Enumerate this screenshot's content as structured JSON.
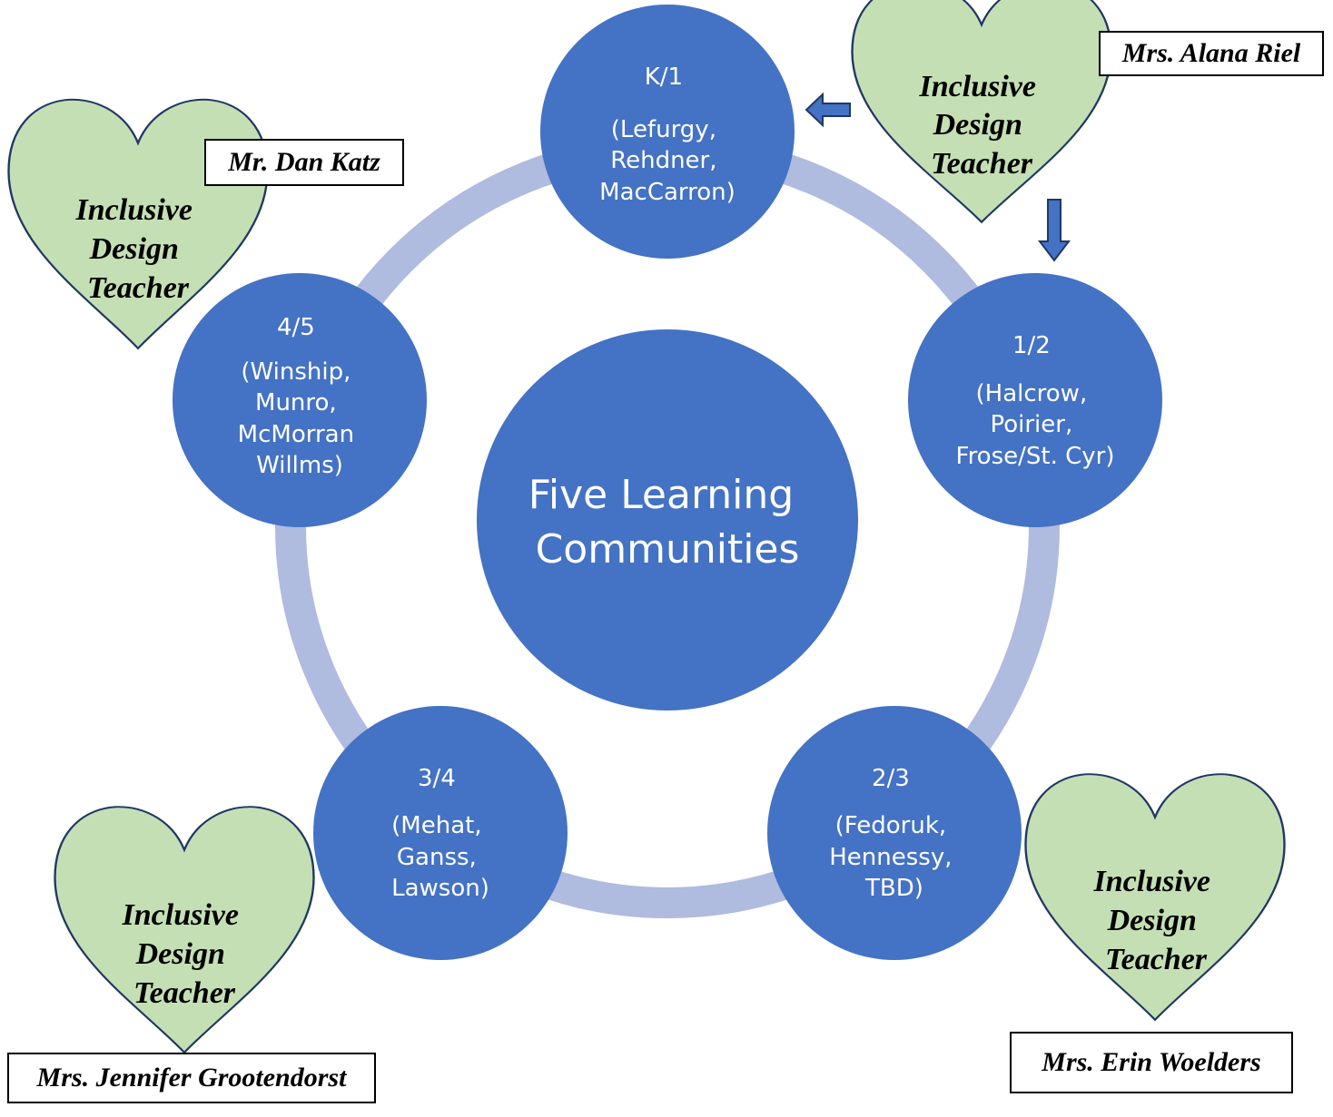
{
  "title": "Five Learning Communities",
  "colors": {
    "community_fill": "#4472C4",
    "ring": "#AFBBDF",
    "heart_fill": "#C5DFB4",
    "heart_stroke": "#1F3864",
    "arrow_fill": "#4472C4",
    "arrow_stroke": "#1F3864"
  },
  "center": {
    "line1": "Five Learning",
    "line2": "Communities"
  },
  "communities": [
    {
      "grade": "K/1",
      "teachers": [
        "(Lefurgy,",
        "Rehdner,",
        "MacCarron)"
      ]
    },
    {
      "grade": "1/2",
      "teachers": [
        "(Halcrow,",
        "Poirier,",
        "Frose/St. Cyr)"
      ]
    },
    {
      "grade": "2/3",
      "teachers": [
        "(Fedoruk,",
        "Hennessy,",
        "TBD)"
      ]
    },
    {
      "grade": "3/4",
      "teachers": [
        "(Mehat,",
        "Ganss,",
        "Lawson)"
      ]
    },
    {
      "grade": "4/5",
      "teachers": [
        "(Winship,",
        "Munro,",
        "McMorran",
        "Willms)"
      ]
    }
  ],
  "inclusive_teachers": [
    {
      "name": "Mrs. Alana Riel",
      "role": [
        "Inclusive",
        "Design",
        "Teacher"
      ]
    },
    {
      "name": "Mr. Dan Katz",
      "role": [
        "Inclusive",
        "Design",
        "Teacher"
      ]
    },
    {
      "name": "Mrs. Jennifer Grootendorst",
      "role": [
        "Inclusive",
        "Design",
        "Teacher"
      ]
    },
    {
      "name": "Mrs. Erin Woelders",
      "role": [
        "Inclusive",
        "Design",
        "Teacher"
      ]
    }
  ]
}
